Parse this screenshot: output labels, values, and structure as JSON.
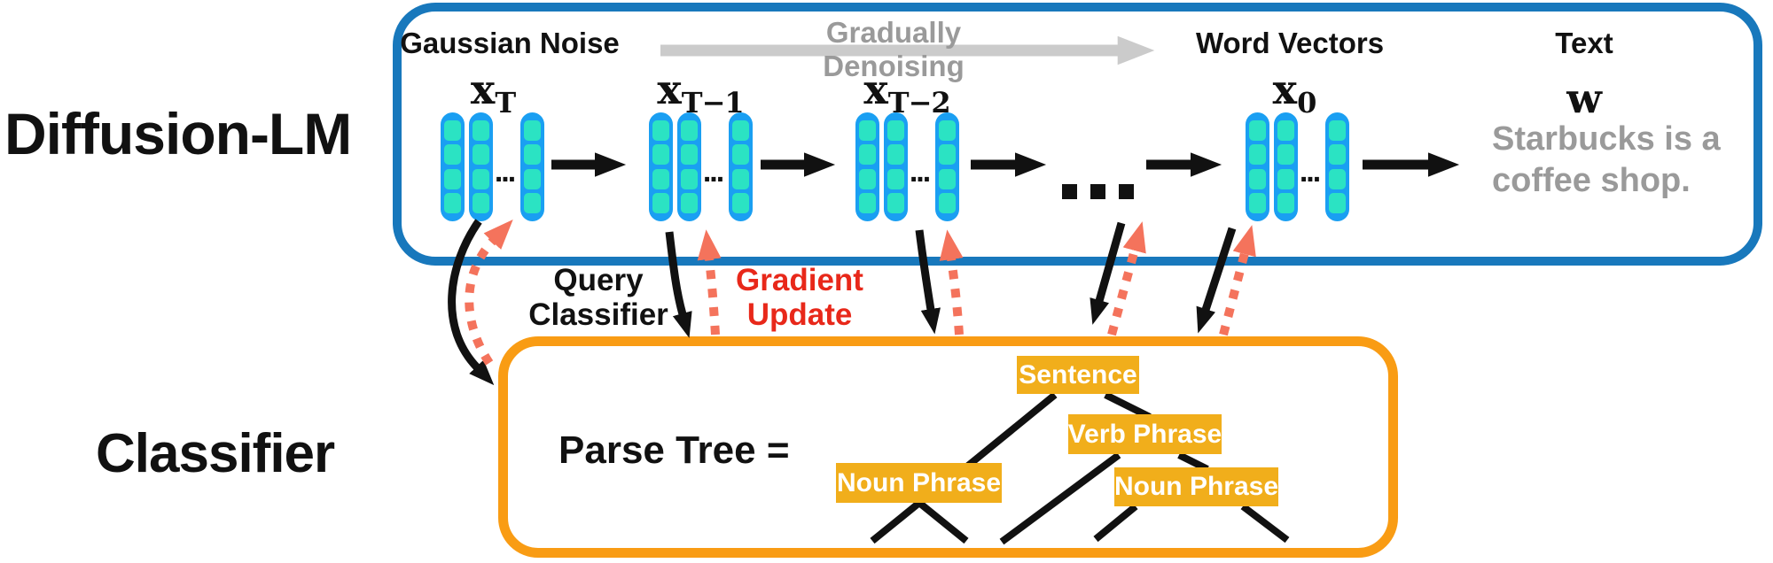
{
  "side_labels": {
    "diffusion_lm": "Diffusion-LM",
    "classifier": "Classifier"
  },
  "diffusion_box": {
    "gaussian_noise": "Gaussian Noise",
    "gradually_denoising": "Gradually Denoising",
    "word_vectors": "Word Vectors",
    "text_label": "Text",
    "steps": [
      {
        "base": "x",
        "sub": "T"
      },
      {
        "base": "x",
        "sub": "T−1"
      },
      {
        "base": "x",
        "sub": "T−2"
      },
      {
        "base": "x",
        "sub": "0"
      }
    ],
    "w_label": "w",
    "ellipsis": "...",
    "ellipsis_large": "...",
    "sample_text_line1": "Starbucks is a",
    "sample_text_line2": "coffee shop."
  },
  "annotations": {
    "query_classifier": [
      "Query",
      "Classifier"
    ],
    "gradient_update": [
      "Gradient",
      "Update"
    ]
  },
  "classifier_box": {
    "parse_tree_label": "Parse Tree =",
    "nodes": {
      "sentence": "Sentence",
      "verb_phrase": "Verb Phrase",
      "noun_phrase": "Noun Phrase"
    }
  },
  "colors": {
    "diffusion_border": "#1878bc",
    "classifier_border": "#f99c14",
    "node_bg": "#f1ae1b",
    "bar_outer": "#1a9ff2",
    "bar_cell": "#2be3c3",
    "gradient_red": "#e8281a",
    "salmon_arrow": "#f4735c",
    "text_gray": "#9a9a9a",
    "denoise_arrow_gray": "#cbcbcb",
    "arrow_black": "#111111"
  }
}
